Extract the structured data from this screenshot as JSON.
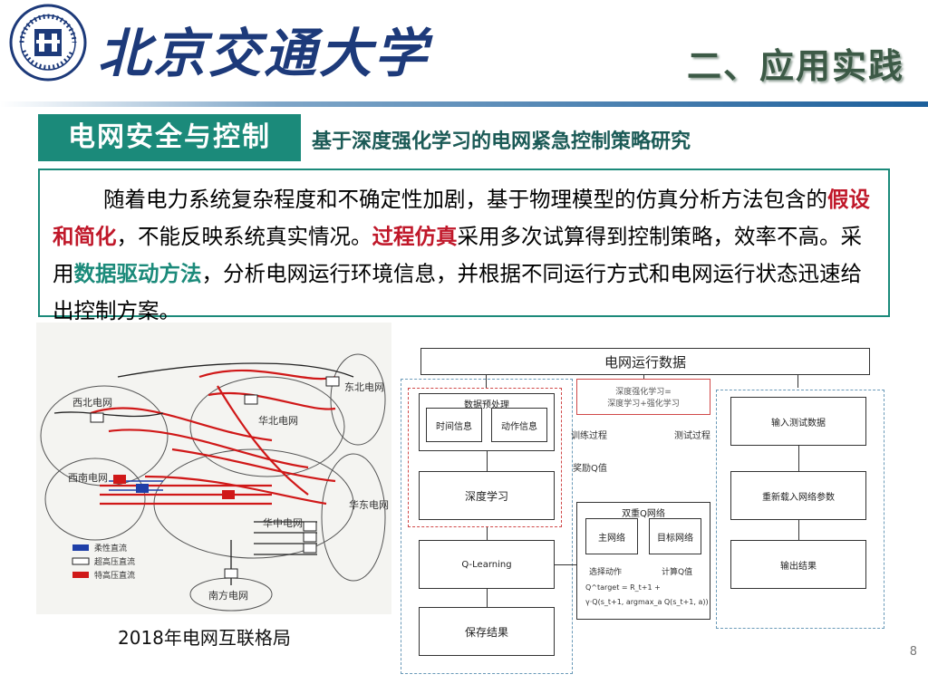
{
  "header": {
    "university_name": "北京交通大学",
    "section_title": "二、应用实践"
  },
  "topic": {
    "label": "电网安全与控制",
    "subtitle": "基于深度强化学习的电网紧急控制策略研究"
  },
  "paragraph": {
    "p1": "随着电力系统复杂程度和不确定性加剧，基于物理模型的仿真分析方法包含的",
    "h1": "假设和简化",
    "p2": "，不能反映系统真实情况。",
    "h2": "过程仿真",
    "p3": "采用多次试算得到控制策略，效率不高。采用",
    "h3": "数据驱动方法",
    "p4": "，分析电网运行环境信息，并根据不同运行方式和电网运行状态迅速给出控制方案。"
  },
  "map": {
    "caption": "2018年电网互联格局",
    "regions": [
      "西北电网",
      "华北电网",
      "东北电网",
      "西南电网",
      "华中电网",
      "华东电网",
      "南方电网"
    ],
    "legend": [
      "柔性直流",
      "超高压直流",
      "特高压直流"
    ],
    "colors": {
      "uhv": "#d01818",
      "hv": "#222222",
      "flex": "#1f3fa8"
    }
  },
  "flow": {
    "top": "电网运行数据",
    "preprocess": "数据预处理",
    "extract_a": "时间信息",
    "extract_b": "动作信息",
    "deep_learning": "深度学习",
    "q_learning": "Q-Learning",
    "save": "保存结果",
    "drl_note_1": "深度强化学习=",
    "drl_note_2": "深度学习+强化学习",
    "train_label": "训练过程",
    "test_label": "测试过程",
    "reward_label": "奖励Q值",
    "dq_title": "双重Q网络",
    "main_net": "主网络",
    "target_net": "目标网络",
    "select_action": "选择动作",
    "calc_q": "计算Q值",
    "formula_1": "Q^target = R_t+1 +",
    "formula_2": "γ·Q(s_t+1, argmax_a Q(s_t+1, a))",
    "input_test": "输入测试数据",
    "reload": "重新载入网络参数",
    "output": "输出结果"
  },
  "page_number": "8"
}
